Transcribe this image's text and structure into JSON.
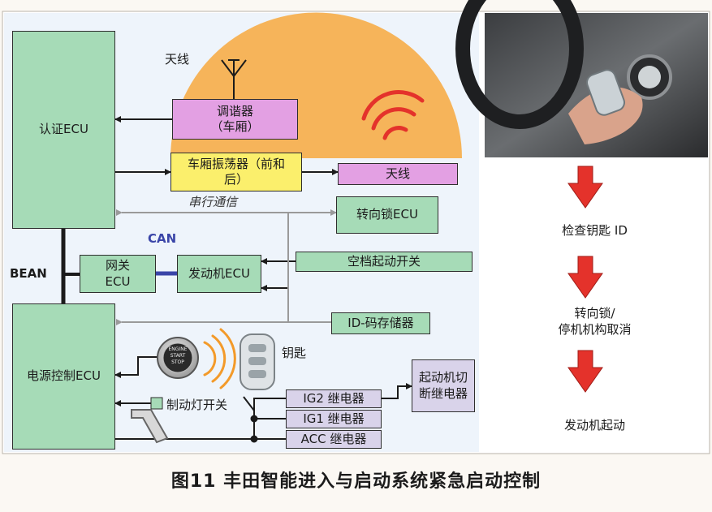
{
  "diagram": {
    "labels": {
      "antenna_top": "天线",
      "serial": "串行通信",
      "can": "CAN",
      "bean": "BEAN",
      "key": "钥匙",
      "brake_switch": "制动灯开关"
    },
    "boxes": {
      "auth_ecu": "认证ECU",
      "tuner_line1": "调谐器",
      "tuner_line2": "（车厢）",
      "oscillator_line1": "车厢振荡器（前和",
      "oscillator_line2": "后）",
      "antenna_box": "天线",
      "steering_lock_ecu": "转向锁ECU",
      "gateway_line1": "网关",
      "gateway_line2": "ECU",
      "engine_ecu": "发动机ECU",
      "neutral_start_switch": "空档起动开关",
      "id_code_memory": "ID-码存储器",
      "power_ecu": "电源控制ECU",
      "ig2_relay": "IG2 继电器",
      "ig1_relay": "IG1 继电器",
      "acc_relay": "ACC 继电器",
      "starter_cut_line1": "起动机切",
      "starter_cut_line2": "断继电器"
    },
    "start_button": {
      "line1": "ENGINE",
      "line2": "START",
      "line3": "STOP"
    }
  },
  "steps": {
    "step1": "检查钥匙 ID",
    "step2_line1": "转向锁/",
    "step2_line2": "停机机构取消",
    "step3": "发动机起动"
  },
  "caption": "图11 丰田智能进入与启动系统紧急启动控制",
  "colors": {
    "ecu_green": "#a6dbb7",
    "pink": "#e3a0e3",
    "yellow": "#fbef6c",
    "lilac": "#d9d3ea",
    "arrow_red": "#e4322b",
    "dome_orange": "#f6b45a",
    "can_blue": "#3a45a8"
  }
}
